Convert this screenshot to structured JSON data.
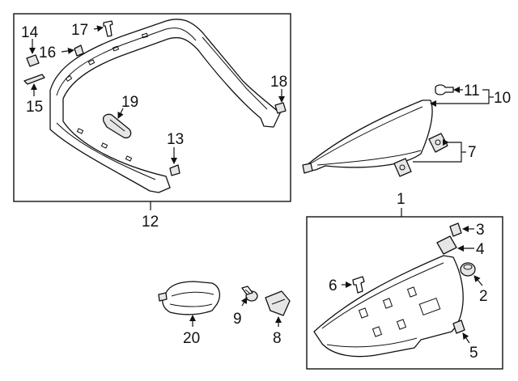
{
  "callouts": {
    "c1": "1",
    "c2": "2",
    "c3": "3",
    "c4": "4",
    "c5": "5",
    "c6": "6",
    "c7": "7",
    "c8": "8",
    "c9": "9",
    "c10": "10",
    "c11": "11",
    "c12": "12",
    "c13": "13",
    "c14": "14",
    "c15": "15",
    "c16": "16",
    "c17": "17",
    "c18": "18",
    "c19": "19",
    "c20": "20"
  },
  "icons": {
    "arrow": "arrowhead-marker"
  }
}
